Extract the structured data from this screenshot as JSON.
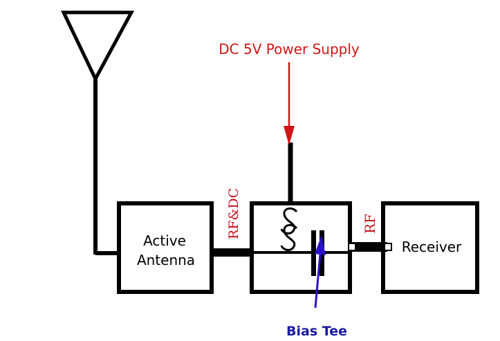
{
  "labels": {
    "power_supply": "DC 5V Power Supply",
    "active_antenna_line1": "Active",
    "active_antenna_line2": "Antenna",
    "rf_dc": "RF&DC",
    "rf": "RF",
    "receiver": "Receiver",
    "bias_tee": "Bias Tee"
  },
  "colors": {
    "line": "#000000",
    "power_arrow": "#d21414",
    "power_text": "#d21414",
    "bias_arrow": "#2a12c8",
    "bias_text": "#1a1aa0",
    "signal_text": "#c4141e"
  },
  "icons": {
    "antenna": "antenna-icon",
    "inductor": "inductor-icon",
    "capacitor": "capacitor-icon"
  }
}
